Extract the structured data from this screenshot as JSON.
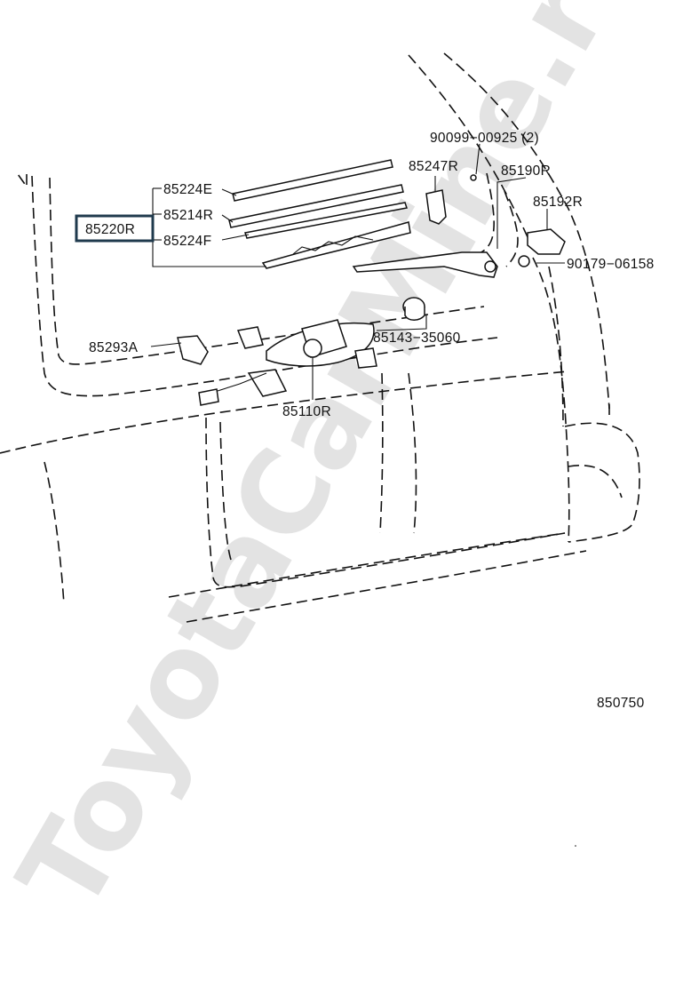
{
  "watermark": "ToyotaCarMine.ru",
  "diagram_id": "850750",
  "parts": {
    "p85224E": "85224E",
    "p85214R": "85214R",
    "p85220R": "85220R",
    "p85224F": "85224F",
    "p85247R": "85247R",
    "p90099": "90099−00925 (2)",
    "p85190R": "85190R",
    "p85192R": "85192R",
    "p90179": "90179−06158",
    "p85143": "85143−35060",
    "p85293A": "85293A",
    "p85110R": "85110R"
  },
  "colors": {
    "highlight_box": "#1f3a4d",
    "ink": "#111111",
    "watermark": "#e3e3e3"
  }
}
